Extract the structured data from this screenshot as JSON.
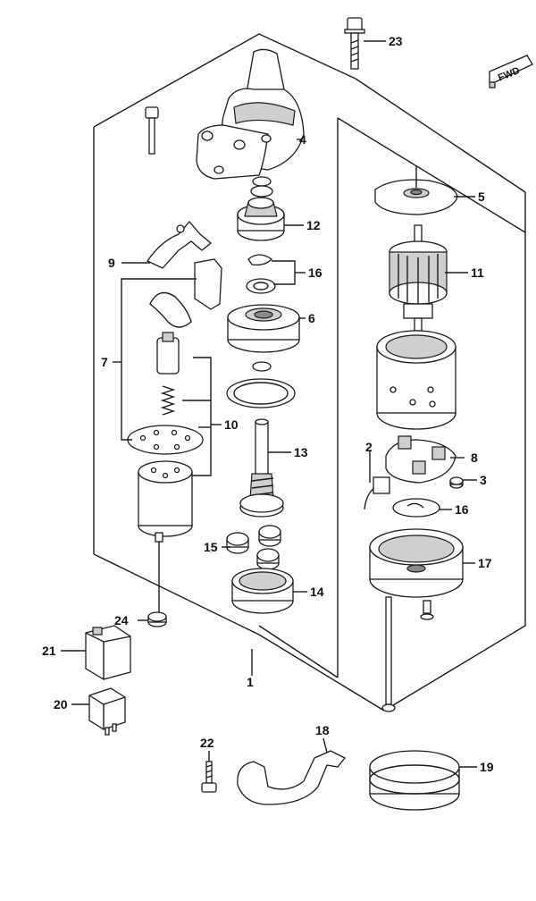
{
  "diagram": {
    "direction_badge": "FWD",
    "callouts": [
      {
        "id": "1",
        "text": "1"
      },
      {
        "id": "2",
        "text": "2"
      },
      {
        "id": "3",
        "text": "3"
      },
      {
        "id": "4",
        "text": "4"
      },
      {
        "id": "5",
        "text": "5"
      },
      {
        "id": "6",
        "text": "6"
      },
      {
        "id": "7",
        "text": "7"
      },
      {
        "id": "8",
        "text": "8"
      },
      {
        "id": "9",
        "text": "9"
      },
      {
        "id": "10",
        "text": "10"
      },
      {
        "id": "11",
        "text": "11"
      },
      {
        "id": "12",
        "text": "12"
      },
      {
        "id": "13",
        "text": "13"
      },
      {
        "id": "14",
        "text": "14"
      },
      {
        "id": "15",
        "text": "15"
      },
      {
        "id": "16a",
        "text": "16"
      },
      {
        "id": "16b",
        "text": "16"
      },
      {
        "id": "17",
        "text": "17"
      },
      {
        "id": "18",
        "text": "18"
      },
      {
        "id": "19",
        "text": "19"
      },
      {
        "id": "20",
        "text": "20"
      },
      {
        "id": "21",
        "text": "21"
      },
      {
        "id": "22",
        "text": "22"
      },
      {
        "id": "23",
        "text": "23"
      },
      {
        "id": "24",
        "text": "24"
      }
    ]
  }
}
